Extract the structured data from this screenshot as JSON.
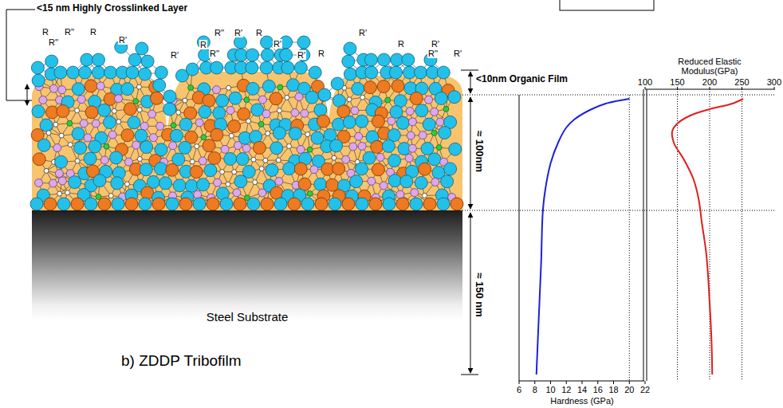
{
  "diagram": {
    "caption": "b) ZDDP Tribofilm",
    "nodes": [
      {
        "text": [
          "Steel Substrate"
        ]
      }
    ],
    "labels": [
      "<15 nm Highly Crosslinked Layer",
      "R",
      "R''",
      "R",
      "R'",
      "R''",
      "R'",
      "R",
      "R''",
      "R''",
      "R'",
      "R",
      "R'",
      "R'",
      "R",
      "R'",
      "R",
      "R'",
      "R''",
      "R'",
      "<10nm Organic Film",
      "≈ 100nm",
      "≈ 150 nm",
      "Reduced Elastic Modulus(GPa)",
      "100",
      "150",
      "200",
      "250",
      "300",
      "6",
      "8",
      "10",
      "12",
      "14",
      "16",
      "18",
      "20",
      "22",
      "Hardness (GPa)"
    ]
  }
}
